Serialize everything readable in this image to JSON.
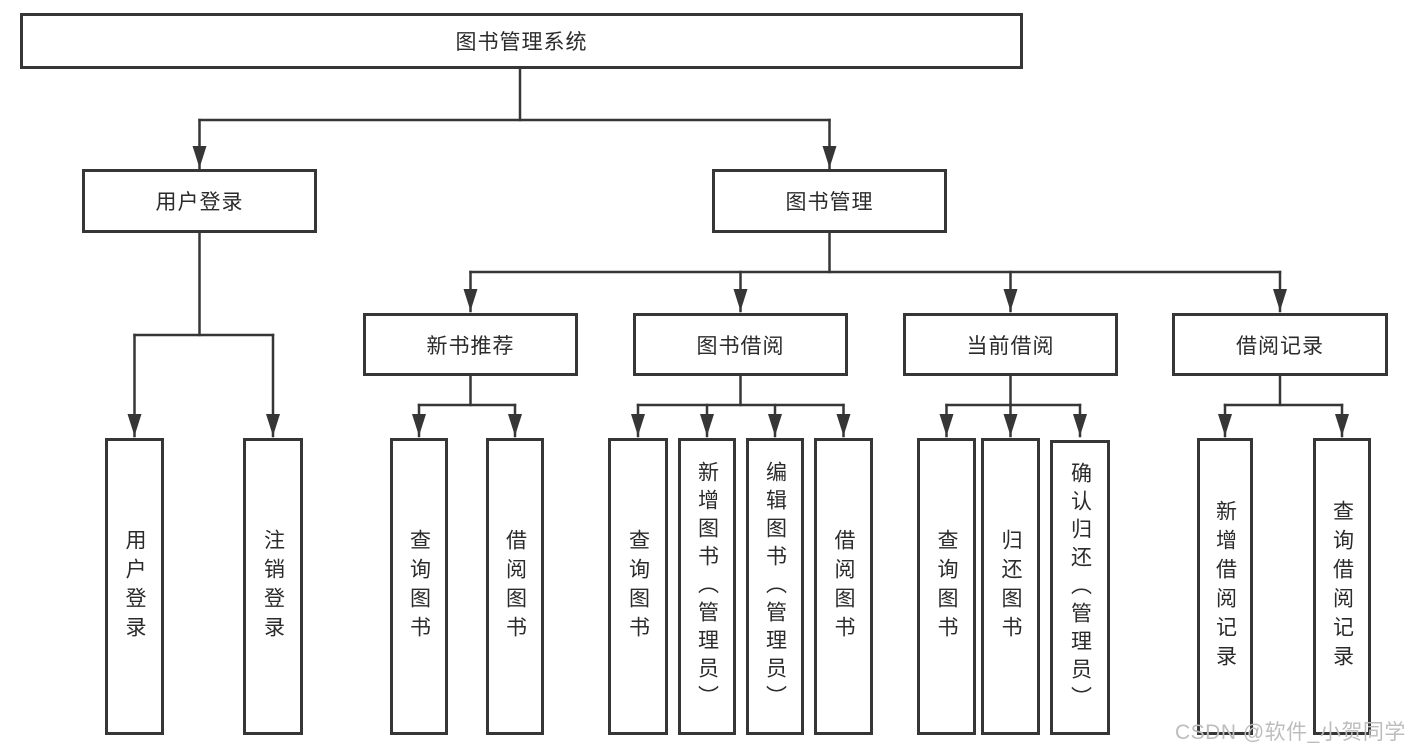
{
  "tree": {
    "root": {
      "label": "图书管理系统",
      "children": [
        {
          "label": "用户登录",
          "children": [
            {
              "label": "用户登录"
            },
            {
              "label": "注销登录"
            }
          ]
        },
        {
          "label": "图书管理",
          "children": [
            {
              "label": "新书推荐",
              "children": [
                {
                  "label": "查询图书"
                },
                {
                  "label": "借阅图书"
                }
              ]
            },
            {
              "label": "图书借阅",
              "children": [
                {
                  "label": "查询图书"
                },
                {
                  "label": "新增图书（管理员）"
                },
                {
                  "label": "编辑图书（管理员）"
                },
                {
                  "label": "借阅图书"
                }
              ]
            },
            {
              "label": "当前借阅",
              "children": [
                {
                  "label": "查询图书"
                },
                {
                  "label": "归还图书"
                },
                {
                  "label": "确认归还（管理员）"
                }
              ]
            },
            {
              "label": "借阅记录",
              "children": [
                {
                  "label": "新增借阅记录"
                },
                {
                  "label": "查询借阅记录"
                }
              ]
            }
          ]
        }
      ]
    }
  },
  "watermark": {
    "text": "CSDN @软件_小贺同学"
  },
  "colors": {
    "line": "#363636",
    "box_border": "#363636",
    "text": "#2b2b2b",
    "background": "#ffffff",
    "watermark": "#bdbdbd"
  }
}
